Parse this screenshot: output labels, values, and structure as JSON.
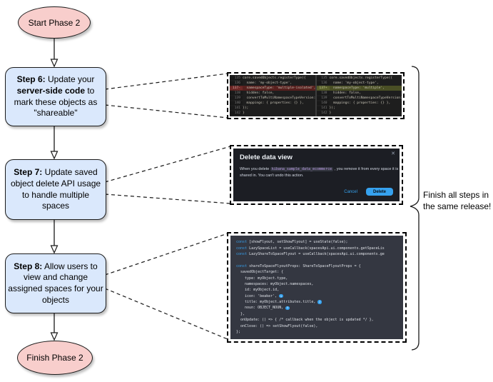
{
  "flowchart": {
    "start_label": "Start Phase 2",
    "finish_label": "Finish Phase 2",
    "steps": [
      {
        "segments": [
          {
            "text": "Step 6:"
          },
          {
            "text": " Update your "
          },
          {
            "text": "server-side code"
          },
          {
            "text": " to mark these objects as \"shareable\""
          }
        ]
      },
      {
        "segments": [
          {
            "text": "Step 7:"
          },
          {
            "text": " Update saved object delete API usage to handle multiple spaces"
          }
        ]
      },
      {
        "segments": [
          {
            "text": "Step 8:"
          },
          {
            "text": " Allow users to view and change assigned spaces for your objects"
          }
        ]
      }
    ]
  },
  "annotation": {
    "text": "Finish all steps in the same release!"
  },
  "diff_panel": {
    "left_lines": [
      {
        "num": "135",
        "code": "core.savedObjects.registerType({",
        "type": "normal"
      },
      {
        "num": "136",
        "code": "  name: 'my-object-type',",
        "type": "normal"
      },
      {
        "num": "137-",
        "code": "  namespaceType: 'multiple-isolated',",
        "type": "removed"
      },
      {
        "num": "138",
        "code": "  hidden: false,",
        "type": "normal"
      },
      {
        "num": "139",
        "code": "  convertToMultiNamespaceTypeVersion: '",
        "type": "normal"
      },
      {
        "num": "140",
        "code": "  mappings: { properties: {} },",
        "type": "normal"
      },
      {
        "num": "141",
        "code": "});",
        "type": "normal"
      },
      {
        "num": "142",
        "code": "}",
        "type": "normal"
      }
    ],
    "right_lines": [
      {
        "num": "135",
        "code": "core.savedObjects.registerType({",
        "type": "normal"
      },
      {
        "num": "136",
        "code": "  name: 'my-object-type',",
        "type": "normal"
      },
      {
        "num": "137+",
        "code": "  namespaceType: 'multiple',",
        "type": "added"
      },
      {
        "num": "138",
        "code": "  hidden: false,",
        "type": "normal"
      },
      {
        "num": "139",
        "code": "  convertToMultiNamespaceTypeVersion: '",
        "type": "normal"
      },
      {
        "num": "140",
        "code": "  mappings: { properties: {} },",
        "type": "normal"
      },
      {
        "num": "141",
        "code": "});",
        "type": "normal"
      },
      {
        "num": "142",
        "code": "}",
        "type": "normal"
      }
    ]
  },
  "modal": {
    "title": "Delete data view",
    "close_icon": "✕",
    "body_before": "When you delete ",
    "code_name": "kibana_sample_data_ecommerce",
    "body_after": " , you remove it from every space it is shared in. You can't undo this action.",
    "cancel_label": "Cancel",
    "delete_label": "Delete"
  },
  "code_panel": {
    "lines": [
      {
        "kw": "const",
        "code": " [showFlyout, setShowFlyout] = useState(false);",
        "marker": ""
      },
      {
        "kw": "const",
        "code": " LazySpaceList = useCallback(spacesApi.ui.components.getSpaceLis",
        "marker": ""
      },
      {
        "kw": "const",
        "code": " LazyShareToSpaceFlyout = useCallback(spacesApi.ui.components.ge",
        "marker": ""
      },
      {
        "kw": "",
        "code": "",
        "marker": ""
      },
      {
        "kw": "const",
        "code": " shareToSpaceFlyoutProps: ShareToSpaceFlyoutProps = {",
        "marker": ""
      },
      {
        "kw": "",
        "code": "  savedObjectTarget: {",
        "marker": ""
      },
      {
        "kw": "",
        "code": "    type: myObject.type,",
        "marker": ""
      },
      {
        "kw": "",
        "code": "    namespaces: myObject.namespaces,",
        "marker": ""
      },
      {
        "kw": "",
        "code": "    id: myObject.id,",
        "marker": ""
      },
      {
        "kw": "",
        "code": "    icon: 'beaker',",
        "marker": "1"
      },
      {
        "kw": "",
        "code": "    title: myObject.attributes.title,",
        "marker": "2"
      },
      {
        "kw": "",
        "code": "    noun: OBJECT_NOUN,",
        "marker": "3"
      },
      {
        "kw": "",
        "code": "  },",
        "marker": ""
      },
      {
        "kw": "",
        "code": "  onUpdate: () => { /* callback when the object is updated */ },",
        "marker": ""
      },
      {
        "kw": "",
        "code": "  onClose: () => setShowFlyout(false),",
        "marker": ""
      },
      {
        "kw": "",
        "code": "};",
        "marker": ""
      }
    ]
  },
  "colors": {
    "accent_blue": "#36a2ef",
    "box_fill": "#dae8fc",
    "ellipse_fill": "#f8cecc",
    "diff_removed_bg": "#57201e",
    "diff_added_bg": "#4a4f25",
    "code_bg": "#343741",
    "modal_bg": "#1c1e24"
  }
}
